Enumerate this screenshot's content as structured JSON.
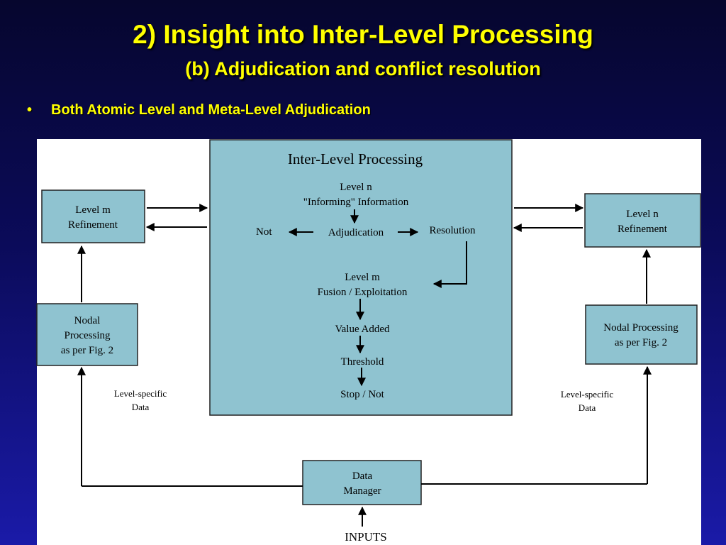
{
  "slide": {
    "title": "2) Insight into Inter-Level Processing",
    "subtitle": "(b) Adjudication and conflict resolution",
    "bullet_marker": "•",
    "bullet": "Both Atomic Level and Meta-Level Adjudication"
  },
  "diagram": {
    "center_title": "Inter-Level Processing",
    "level_n_line1": "Level n",
    "level_n_line2": "\"Informing\" Information",
    "not": "Not",
    "adjudication": "Adjudication",
    "resolution": "Resolution",
    "level_m_line1": "Level m",
    "level_m_line2": "Fusion / Exploitation",
    "value_added": "Value Added",
    "threshold": "Threshold",
    "stop_not": "Stop / Not",
    "left_refinement_line1": "Level m",
    "left_refinement_line2": "Refinement",
    "right_refinement_line1": "Level n",
    "right_refinement_line2": "Refinement",
    "left_nodal_line1": "Nodal",
    "left_nodal_line2": "Processing",
    "left_nodal_line3": "as per Fig. 2",
    "right_nodal_line1": "Nodal Processing",
    "right_nodal_line2": "as per Fig. 2",
    "left_data_line1": "Level-specific",
    "left_data_line2": "Data",
    "right_data_line1": "Level-specific",
    "right_data_line2": "Data",
    "data_manager_line1": "Data",
    "data_manager_line2": "Manager",
    "inputs": "INPUTS"
  },
  "colors": {
    "box_fill": "#8fc3d0",
    "title_text": "#ffff00",
    "background": "#0b0b5a"
  }
}
